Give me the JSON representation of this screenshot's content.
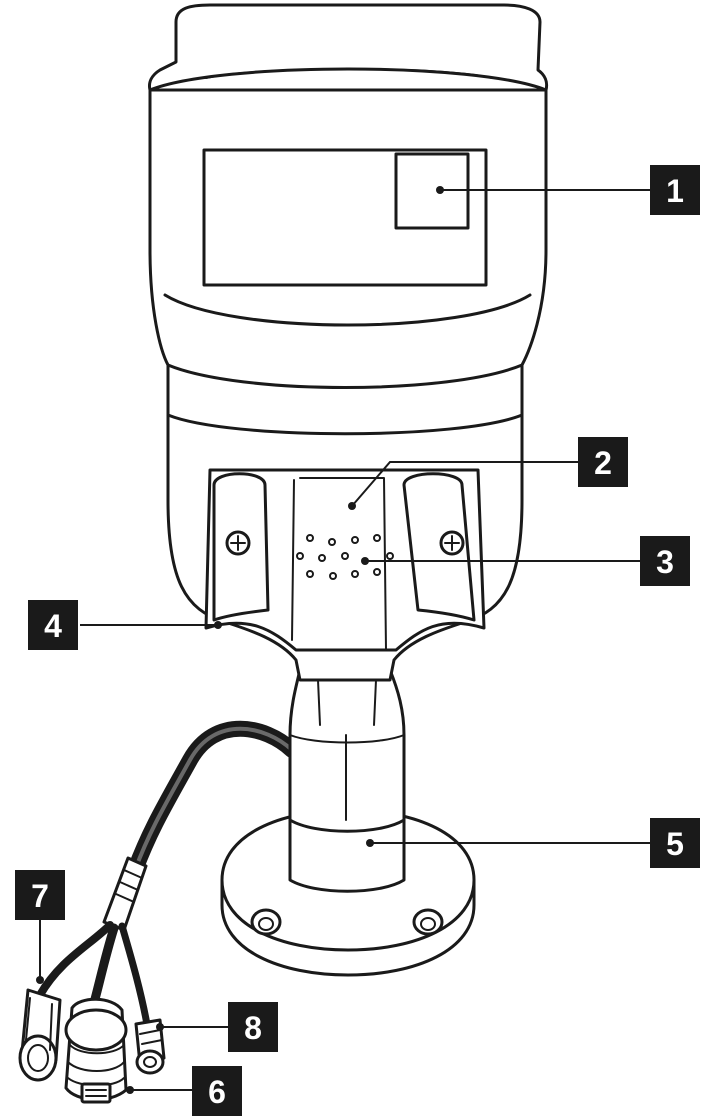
{
  "callouts": [
    {
      "label": "1"
    },
    {
      "label": "2"
    },
    {
      "label": "3"
    },
    {
      "label": "4"
    },
    {
      "label": "5"
    },
    {
      "label": "6"
    },
    {
      "label": "7"
    },
    {
      "label": "8"
    }
  ],
  "colors": {
    "ink": "#1a1a1a",
    "callout_background": "#1a1a1a",
    "callout_text": "#ffffff",
    "paper": "#ffffff"
  }
}
